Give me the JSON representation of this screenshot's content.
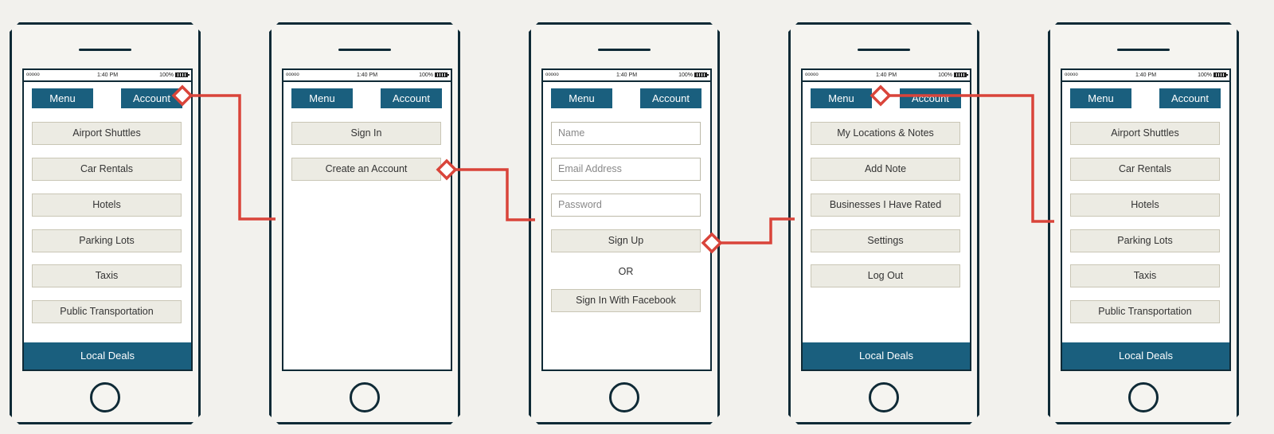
{
  "status": {
    "time": "1:40 PM",
    "battery": "100%",
    "signal": "ooooo"
  },
  "phones": [
    {
      "nav": {
        "menu": "Menu",
        "account": "Account"
      },
      "buttons": [
        "Airport Shuttles",
        "Car Rentals",
        "Hotels",
        "Parking Lots",
        "Taxis",
        "Public Transportation"
      ],
      "footer": "Local Deals"
    },
    {
      "nav": {
        "menu": "Menu",
        "account": "Account"
      },
      "buttons": [
        "Sign In",
        "Create an Account"
      ]
    },
    {
      "nav": {
        "menu": "Menu",
        "account": "Account"
      },
      "fields": [
        {
          "placeholder": "Name"
        },
        {
          "placeholder": "Email Address"
        },
        {
          "placeholder": "Password"
        }
      ],
      "signup": "Sign Up",
      "or": "OR",
      "facebook": "Sign In With Facebook"
    },
    {
      "nav": {
        "menu": "Menu",
        "account": "Account"
      },
      "buttons": [
        "My Locations & Notes",
        "Add Note",
        "Businesses I Have Rated",
        "Settings",
        "Log Out"
      ],
      "footer": "Local Deals"
    },
    {
      "nav": {
        "menu": "Menu",
        "account": "Account"
      },
      "buttons": [
        "Airport Shuttles",
        "Car Rentals",
        "Hotels",
        "Parking Lots",
        "Taxis",
        "Public Transportation"
      ],
      "footer": "Local Deals"
    }
  ],
  "colors": {
    "accent": "#1a5f7e",
    "outline": "#0f2a36",
    "connector": "#d9443a",
    "button_fill": "#ecebe3"
  },
  "icons": [
    "signal-icon",
    "battery-icon",
    "speaker-icon",
    "home-button-icon",
    "diamond-connector-icon"
  ]
}
